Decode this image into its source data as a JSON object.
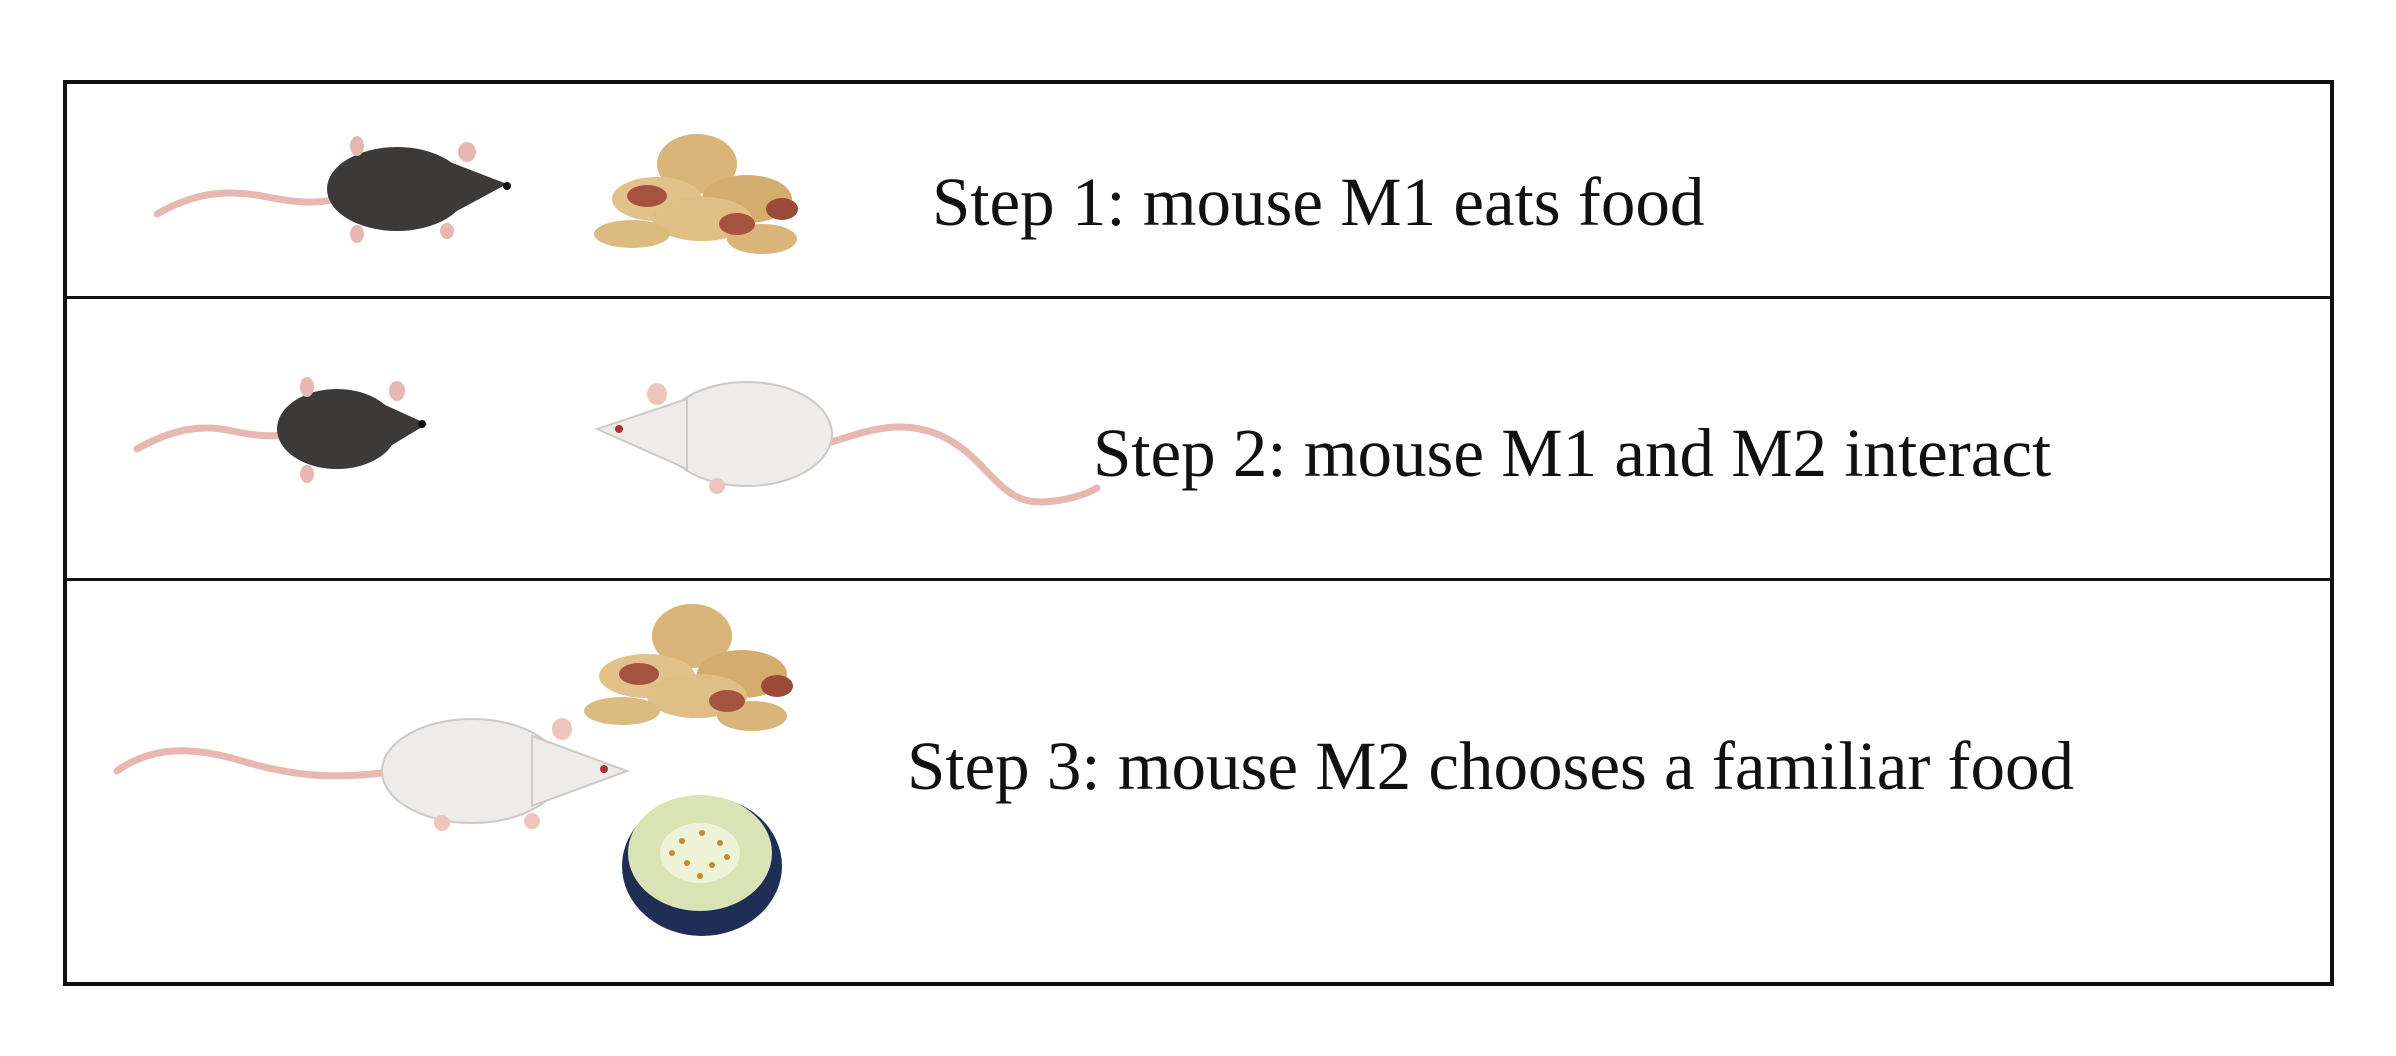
{
  "steps": [
    {
      "caption": "Step 1: mouse M1 eats food",
      "mouse": "black-mouse",
      "items": [
        "peanuts"
      ]
    },
    {
      "caption": "Step 2: mouse M1 and M2 interact",
      "mouse": "black-mouse",
      "items": [
        "white-mouse"
      ]
    },
    {
      "caption": "Step 3: mouse M2 chooses a familiar food",
      "mouse": "white-mouse",
      "items": [
        "peanuts",
        "cucumber-slice"
      ]
    }
  ],
  "colors": {
    "black_mouse": "#3b3a38",
    "white_mouse": "#eeeceb",
    "tail": "#e9b7b1",
    "peanut_shell": "#d9b57a",
    "peanut_kernel": "#a5523f",
    "cucumber_skin": "#1f2e55",
    "cucumber_flesh": "#d9e3b4",
    "border": "#111111"
  }
}
